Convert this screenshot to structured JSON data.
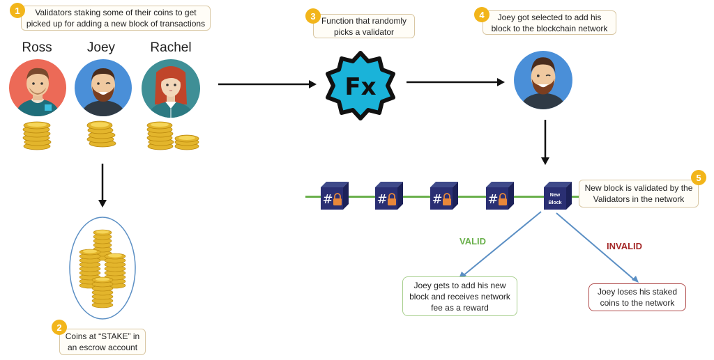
{
  "steps": [
    {
      "number": "1",
      "text": "Validators staking some of their coins to get picked up for adding a new block of transactions"
    },
    {
      "number": "2",
      "text": "Coins at “STAKE” in an escrow account"
    },
    {
      "number": "3",
      "text": "Function that randomly picks a validator"
    },
    {
      "number": "4",
      "text": "Joey got selected to add his block to the blockchain network"
    },
    {
      "number": "5",
      "text": "New block is validated by the Validators in the network"
    }
  ],
  "validators": [
    {
      "name": "Ross",
      "avatar_bg": "#ec6a57"
    },
    {
      "name": "Joey",
      "avatar_bg": "#4a8fd8"
    },
    {
      "name": "Rachel",
      "avatar_bg": "#3f8f96"
    }
  ],
  "function_icon": {
    "label": "Fx",
    "color": "#1ab3d9"
  },
  "blockchain": {
    "blocks": [
      {
        "type": "hashed",
        "symbol": "#"
      },
      {
        "type": "hashed",
        "symbol": "#"
      },
      {
        "type": "hashed",
        "symbol": "#"
      },
      {
        "type": "hashed",
        "symbol": "#"
      },
      {
        "type": "new",
        "label": "New Block"
      }
    ],
    "chain_color": "#6ab04c"
  },
  "outcomes": {
    "valid": {
      "label": "VALID",
      "color": "#6ab04c",
      "result": "Joey gets to add his new block and receives network fee as a reward"
    },
    "invalid": {
      "label": "INVALID",
      "color": "#a52a2a",
      "result": "Joey loses his staked coins to the network"
    }
  },
  "selected_validator": "Joey"
}
